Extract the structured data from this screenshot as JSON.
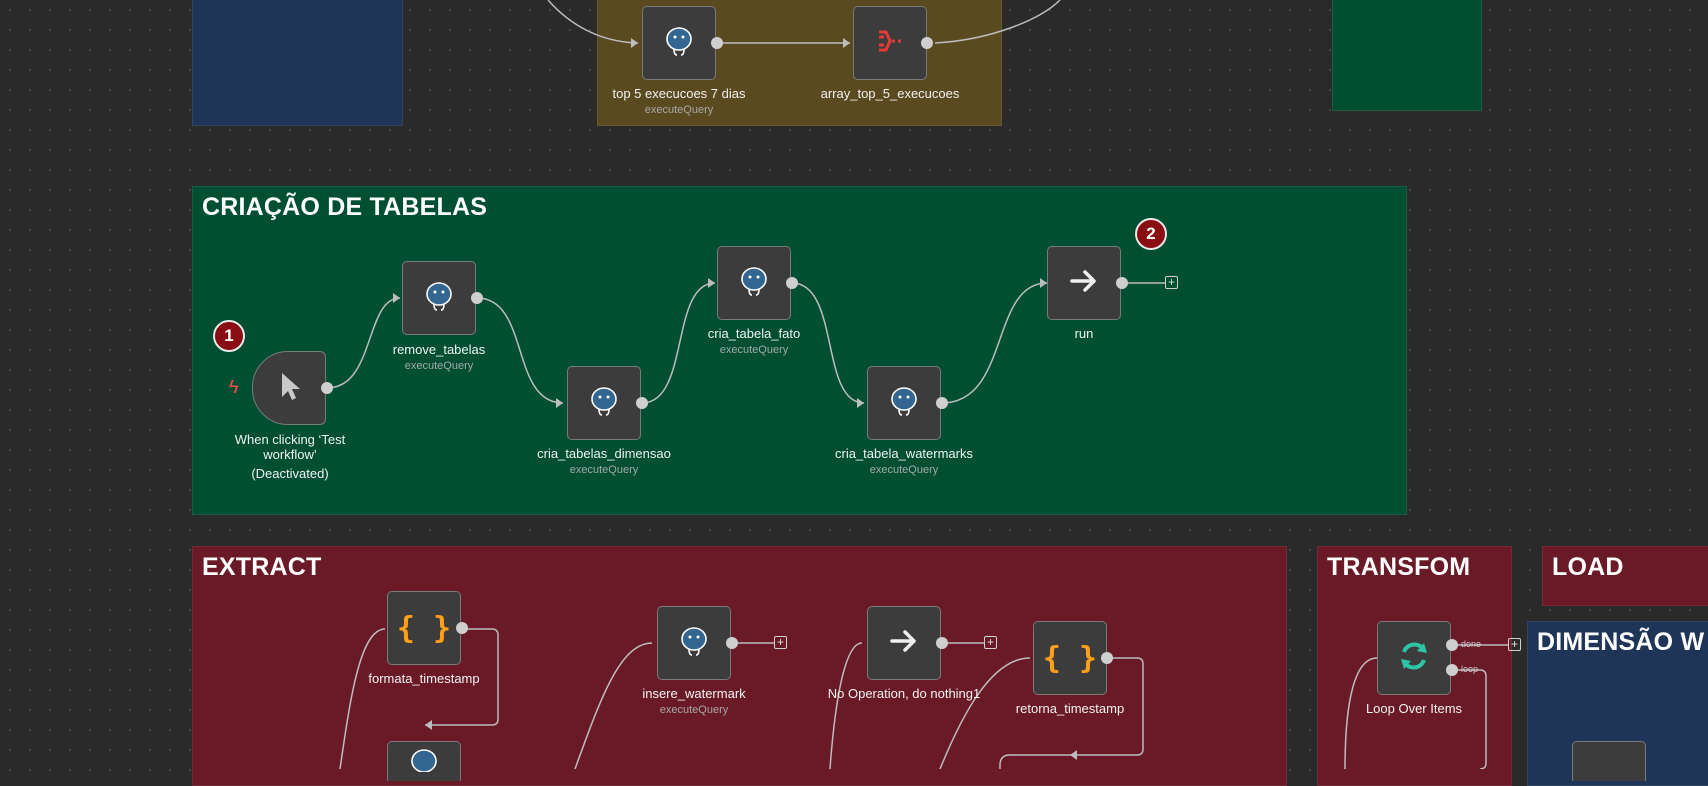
{
  "groups": {
    "pipeline_title": "CRIAÇÃO DE TABELAS",
    "extract_title": "EXTRACT",
    "transform_title": "TRANSFOM",
    "load_title": "LOAD",
    "dimension_title": "DIMENSÃO W"
  },
  "colors": {
    "canvas": "#2a2a2a",
    "blue_group": "#1f3557",
    "yellow_group": "#5a4a1f",
    "green_group": "#004f32",
    "red_group": "#6a1a26",
    "edge": "#bdbdbd",
    "badge": "#8a0d14"
  },
  "nodes": {
    "top5": {
      "label": "top 5 execucoes 7 dias",
      "sub": "executeQuery",
      "icon": "postgres-icon"
    },
    "array_top5": {
      "label": "array_top_5_execucoes",
      "icon": "aggregate-icon"
    },
    "trigger": {
      "label_line1": "When clicking ‘Test",
      "label_line2": "workflow’",
      "label_line3": "(Deactivated)",
      "icon": "cursor-icon"
    },
    "remove_tabelas": {
      "label": "remove_tabelas",
      "sub": "executeQuery",
      "icon": "postgres-icon"
    },
    "cria_tabelas_dimensao": {
      "label": "cria_tabelas_dimensao",
      "sub": "executeQuery",
      "icon": "postgres-icon"
    },
    "cria_tabela_fato": {
      "label": "cria_tabela_fato",
      "sub": "executeQuery",
      "icon": "postgres-icon"
    },
    "cria_tabela_watermarks": {
      "label": "cria_tabela_watermarks",
      "sub": "executeQuery",
      "icon": "postgres-icon"
    },
    "run": {
      "label": "run",
      "icon": "arrow-right-icon"
    },
    "formata_timestamp": {
      "label": "formata_timestamp",
      "icon": "code-braces-icon"
    },
    "insere_watermark": {
      "label": "insere_watermark",
      "sub": "executeQuery",
      "icon": "postgres-icon"
    },
    "no_op": {
      "label": "No Operation, do nothing1",
      "icon": "arrow-right-icon"
    },
    "retorna_timestamp": {
      "label": "retorna_timestamp",
      "icon": "code-braces-icon"
    },
    "loop_over_items": {
      "label": "Loop Over Items",
      "icon": "refresh-icon",
      "out_done": "done",
      "out_loop": "loop"
    }
  },
  "badges": {
    "first": "1",
    "second": "2"
  }
}
